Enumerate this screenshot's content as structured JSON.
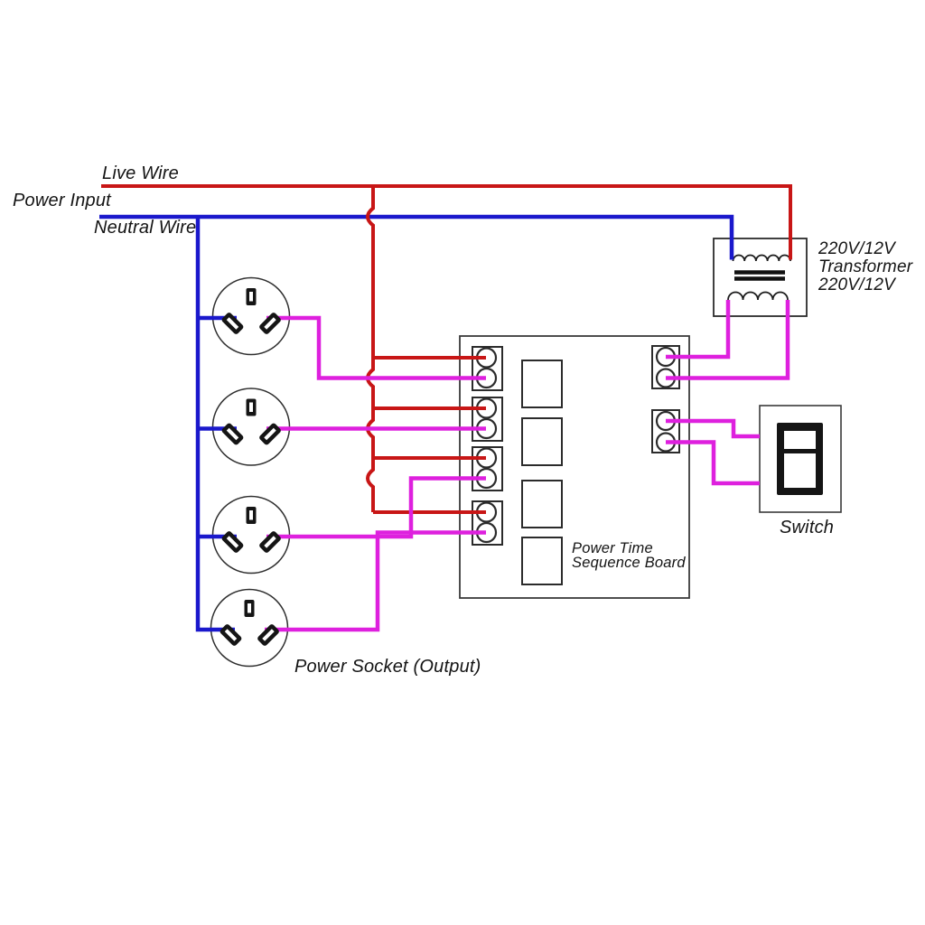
{
  "labels": {
    "live_wire": "Live Wire",
    "power_input": "Power Input",
    "neutral_wire": "Neutral Wire",
    "transformer_line1": "220V/12V",
    "transformer_line2": "Transformer",
    "transformer_line3": "220V/12V",
    "board_line1": "Power Time",
    "board_line2": "Sequence Board",
    "switch": "Switch",
    "power_socket_output": "Power Socket (Output)"
  },
  "colors": {
    "live_wire": "#c81616",
    "neutral_wire": "#1a18cc",
    "secondary_wire": "#de20de",
    "component_outline": "#2b2b2b"
  }
}
